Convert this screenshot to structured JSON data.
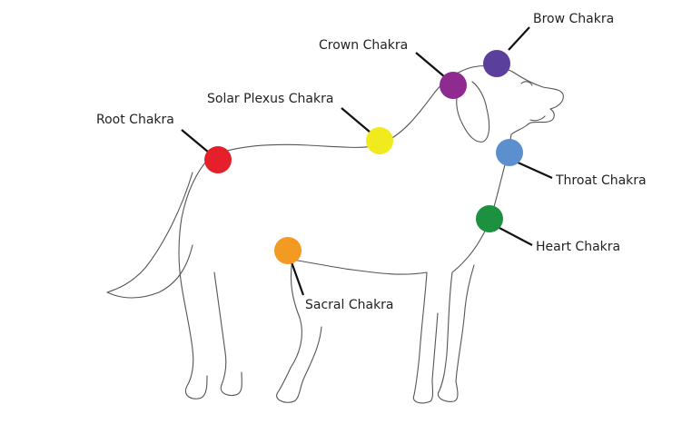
{
  "chakras": {
    "brow": {
      "label": "Brow Chakra",
      "color": "#5b3f9c"
    },
    "crown": {
      "label": "Crown Chakra",
      "color": "#8e2a90"
    },
    "solar": {
      "label": "Solar Plexus Chakra",
      "color": "#f0ea1e"
    },
    "root": {
      "label": "Root Chakra",
      "color": "#e5202a"
    },
    "throat": {
      "label": "Throat Chakra",
      "color": "#5c8fce"
    },
    "heart": {
      "label": "Heart Chakra",
      "color": "#1c9140"
    },
    "sacral": {
      "label": "Sacral Chakra",
      "color": "#f39a23"
    }
  }
}
